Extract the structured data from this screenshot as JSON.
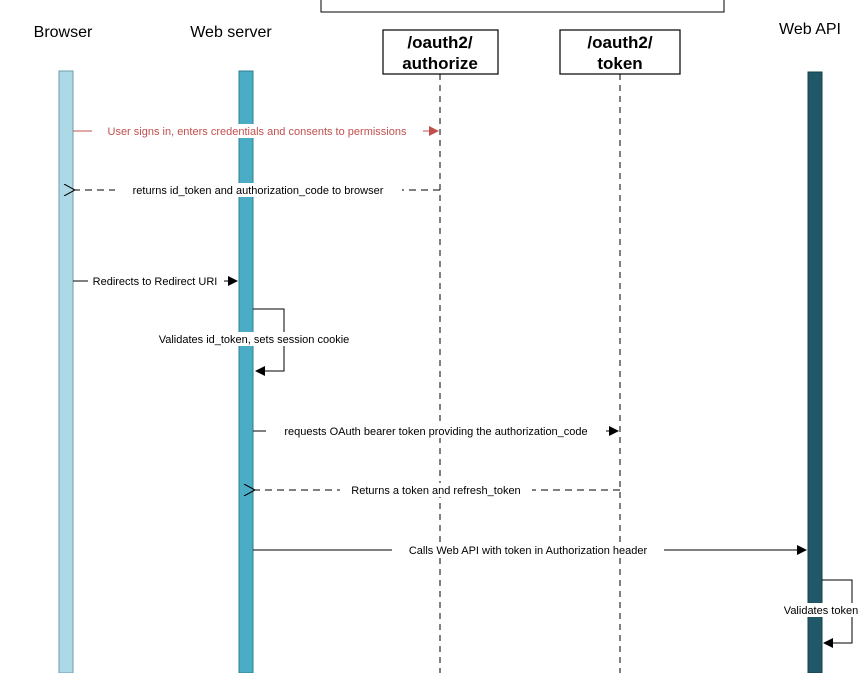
{
  "actors": {
    "browser": "Browser",
    "web_server": "Web server",
    "web_api": "Web API"
  },
  "endpoints": {
    "authorize": [
      "/oauth2/",
      "authorize"
    ],
    "token": [
      "/oauth2/",
      "token"
    ]
  },
  "messages": {
    "m1": "User signs in, enters credentials and consents to permissions",
    "m2": "returns id_token and authorization_code to browser",
    "m3": "Redirects to Redirect URI",
    "m4": "Validates id_token, sets session cookie",
    "m5": "requests OAuth bearer token providing the authorization_code",
    "m6": "Returns a token and refresh_token",
    "m7": "Calls Web API with token in Authorization header",
    "m8": "Validates token"
  },
  "colors": {
    "browser_bar": "#add8e6",
    "web_server_bar": "#4bacc6",
    "web_api_bar": "#215868",
    "highlight_message": "#c0504d"
  }
}
